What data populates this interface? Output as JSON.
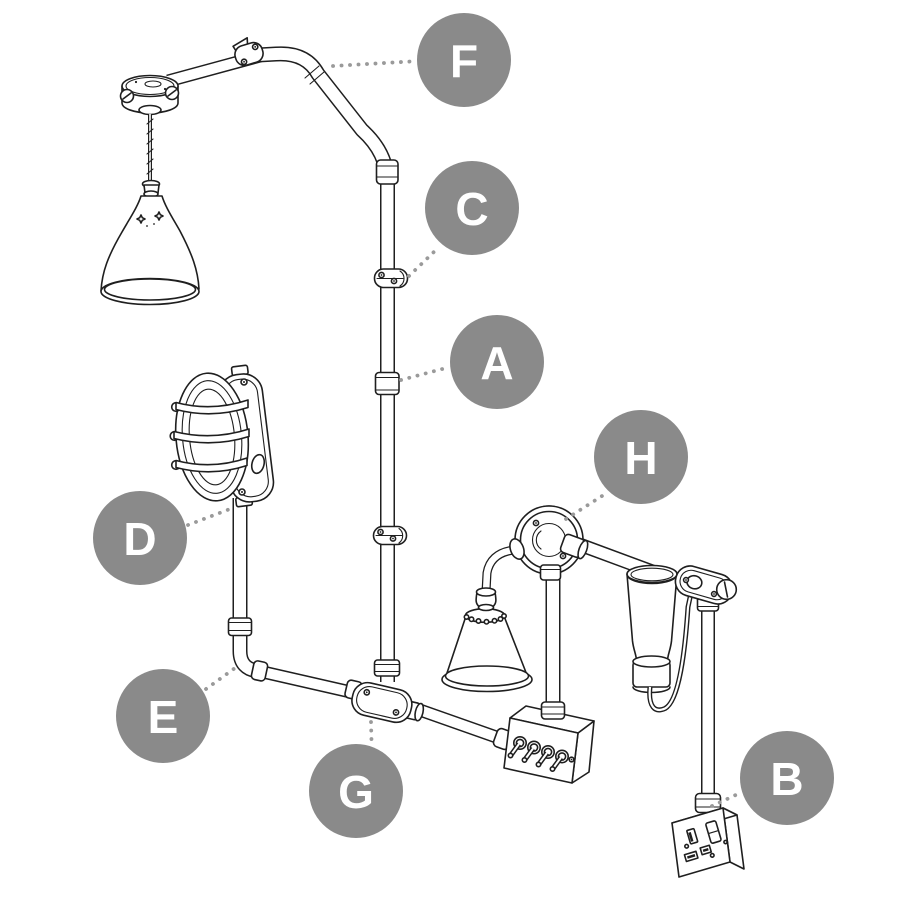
{
  "colors": {
    "callout_bg": "#8a8a8a",
    "callout_text": "#ffffff",
    "leader": "#9a9a9a",
    "line": "#1f1f1f",
    "background": "#ffffff"
  },
  "callouts": [
    {
      "letter": "A"
    },
    {
      "letter": "B"
    },
    {
      "letter": "C"
    },
    {
      "letter": "D"
    },
    {
      "letter": "E"
    },
    {
      "letter": "F"
    },
    {
      "letter": "G"
    },
    {
      "letter": "H"
    }
  ]
}
